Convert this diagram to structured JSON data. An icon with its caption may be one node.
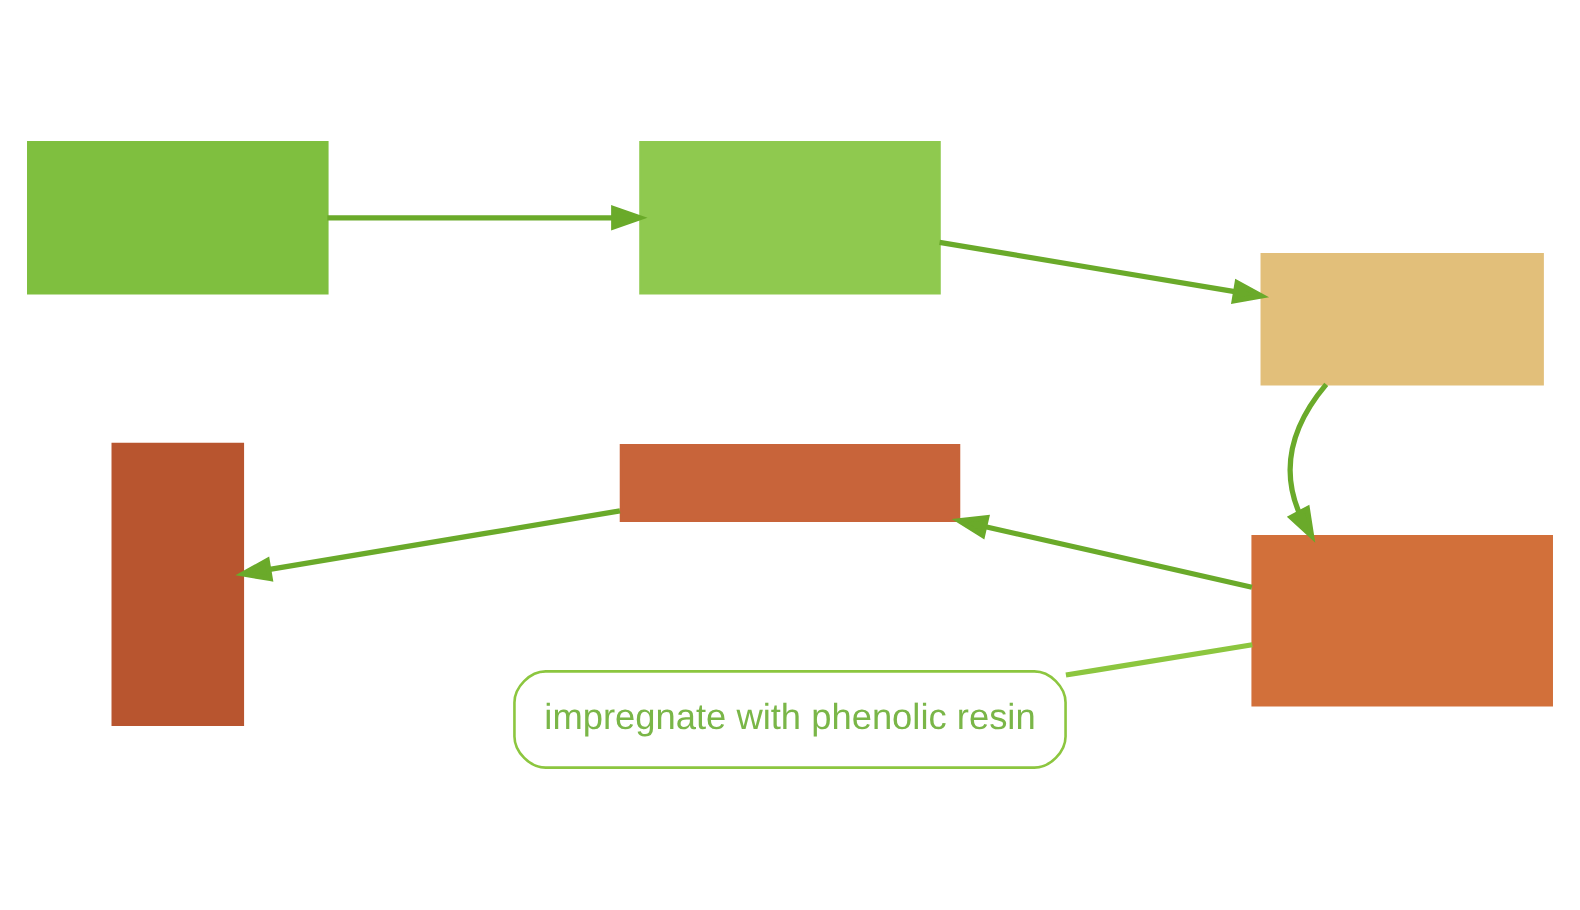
{
  "diagram": {
    "nodes": [
      {
        "text": [],
        "shape": "box"
      },
      {
        "text": [],
        "shape": "box"
      },
      {
        "text": [],
        "shape": "box"
      },
      {
        "text": [],
        "shape": "box"
      },
      {
        "text": [],
        "shape": "box"
      },
      {
        "text": [],
        "shape": "box"
      },
      {
        "text": [
          "impregnate with phenolic resin"
        ]
      }
    ],
    "edges": [
      {
        "from": 0,
        "to": 1,
        "arrow": "to"
      },
      {
        "from": 1,
        "to": 2,
        "arrow": "to"
      },
      {
        "from": 2,
        "to": 3,
        "arrow": "to"
      },
      {
        "from": 3,
        "to": 4,
        "arrow": "to"
      },
      {
        "from": 4,
        "to": 5,
        "arrow": "to"
      },
      {
        "from": 6,
        "to": 3,
        "arrow": "none",
        "color": "#8cc63f"
      }
    ]
  }
}
